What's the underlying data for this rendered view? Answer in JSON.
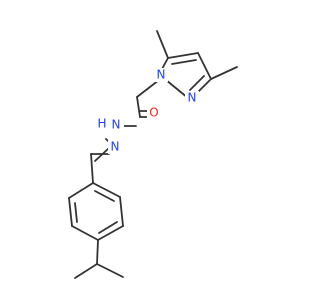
{
  "molecule": {
    "colors": {
      "bond": "#333333",
      "nitrogen": "#2040ff",
      "oxygen": "#ff2020"
    },
    "atoms": [
      {
        "id": "n1",
        "symbol": "N",
        "name": "pyrazole-n1-label"
      },
      {
        "id": "n2",
        "symbol": "N",
        "name": "pyrazole-n2-label"
      },
      {
        "id": "o1",
        "symbol": "O",
        "name": "carbonyl-oxygen-label"
      },
      {
        "id": "nh",
        "symbol": "N",
        "name": "hydrazide-nh-label"
      },
      {
        "id": "h",
        "symbol": "H",
        "name": "hydrazide-h-label"
      },
      {
        "id": "n4",
        "symbol": "N",
        "name": "imine-nitrogen-label"
      }
    ]
  }
}
